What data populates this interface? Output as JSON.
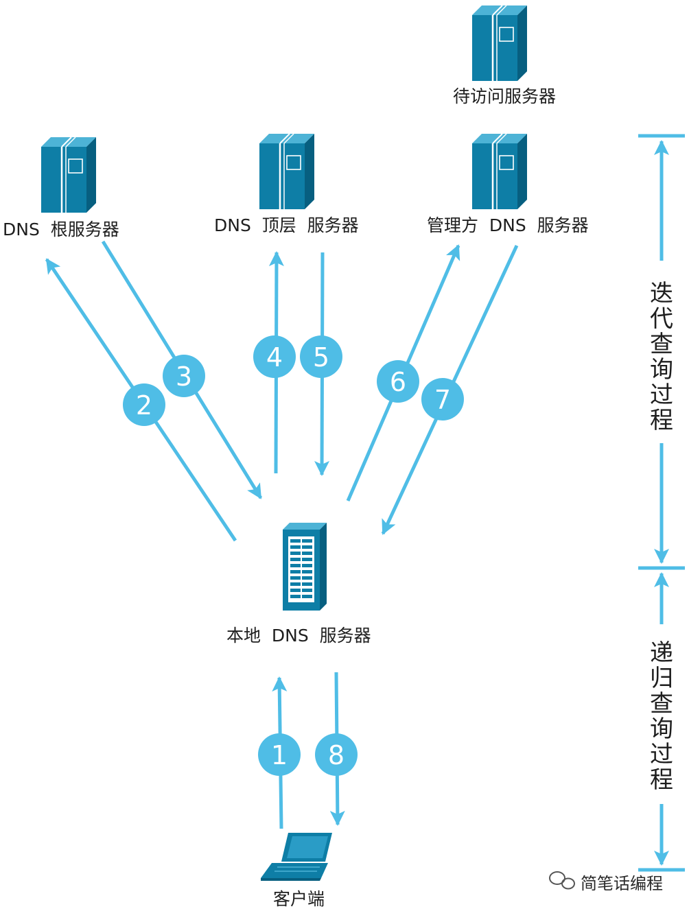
{
  "colors": {
    "accent": "#4fbde6",
    "server": "#0e7ea6",
    "server_dark": "#075f80",
    "server_light": "#4db3d6"
  },
  "labels": {
    "target_server": "待访问服务器",
    "root_server": "DNS  根服务器",
    "tld_server": "DNS  顶层  服务器",
    "authoritative_server": "管理方  DNS  服务器",
    "local_server": "本地  DNS  服务器",
    "client": "客户端"
  },
  "steps": [
    "1",
    "2",
    "3",
    "4",
    "5",
    "6",
    "7",
    "8"
  ],
  "phases": {
    "iterative": "迭代查询过程",
    "recursive": "递归查询过程"
  },
  "watermark": "简笔话编程"
}
